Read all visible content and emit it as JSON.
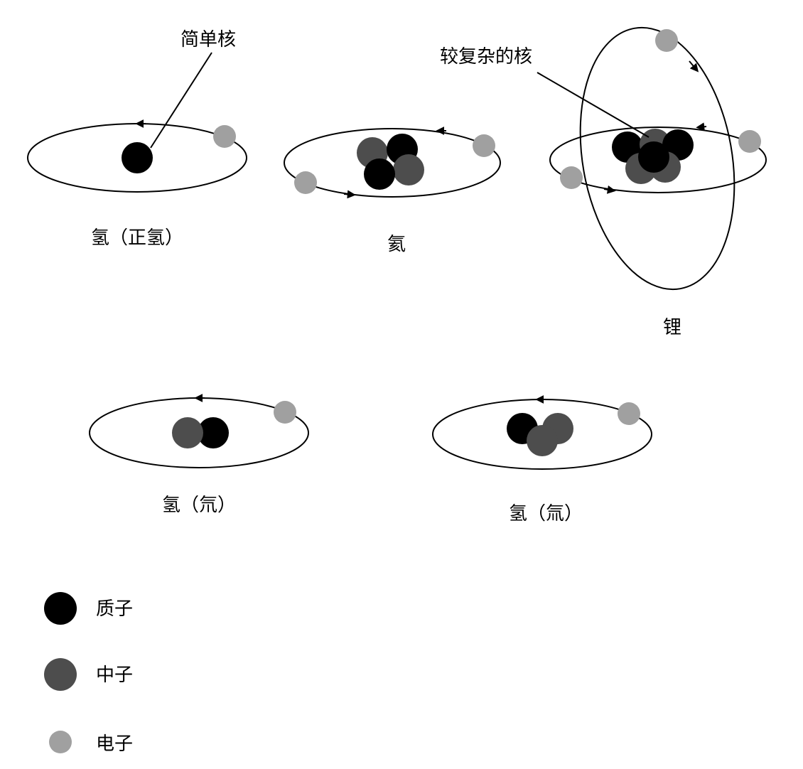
{
  "colors": {
    "proton": "#000000",
    "neutron": "#4d4d4d",
    "electron": "#a0a0a0",
    "orbit": "#000000"
  },
  "annotations": {
    "simple_nucleus": "简单核",
    "complex_nucleus": "较复杂的核"
  },
  "atoms": {
    "protium": {
      "label": "氢（正氢）",
      "protons": 1,
      "neutrons": 0,
      "electrons": 1
    },
    "helium": {
      "label": "氦",
      "protons": 2,
      "neutrons": 2,
      "electrons": 2
    },
    "lithium": {
      "label": "锂",
      "protons": 3,
      "neutrons": 3,
      "electrons": 3
    },
    "deuterium": {
      "label": "氢（氘）",
      "protons": 1,
      "neutrons": 1,
      "electrons": 1
    },
    "tritium": {
      "label": "氢（氚）",
      "protons": 1,
      "neutrons": 2,
      "electrons": 1
    }
  },
  "legend": {
    "proton": "质子",
    "neutron": "中子",
    "electron": "电子"
  }
}
